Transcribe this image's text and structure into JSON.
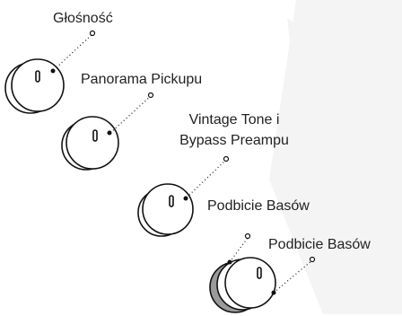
{
  "colors": {
    "line": "#111111",
    "knob_fill": "#ffffff",
    "knob_shadow": "#9a9a9a",
    "watermark": "#f4f4f4",
    "text": "#222222"
  },
  "labels": {
    "volume": "Głośność",
    "pickup_pan": "Panorama Pickupu",
    "vintage_line1": "Vintage Tone i",
    "vintage_line2": "Bypass Preampu",
    "bass_boost_1": "Podbicie Basów",
    "bass_boost_2": "Podbicie Basów"
  }
}
